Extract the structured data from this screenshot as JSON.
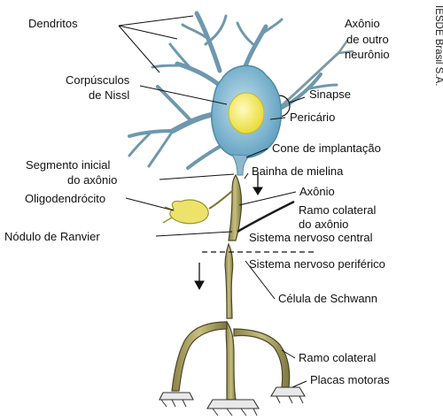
{
  "labels": {
    "dendritos": "Dendritos",
    "axonio_outro_l1": "Axônio",
    "axonio_outro_l2": "de outro",
    "axonio_outro_l3": "neurônio",
    "corpusculos_l1": "Corpúsculos",
    "corpusculos_l2": "de Nissl",
    "sinapse": "Sinapse",
    "pericario": "Pericário",
    "cone": "Cone de implantação",
    "segmento_l1": "Segmento inicial",
    "segmento_l2": "do axônio",
    "bainha": "Bainha de mielina",
    "oligo": "Oligodendrócito",
    "axonio": "Axônio",
    "ramo_col_axonio_l1": "Ramo colateral",
    "ramo_col_axonio_l2": "do axônio",
    "nodulo": "Nódulo de Ranvier",
    "snc": "Sistema nervoso central",
    "snp": "Sistema nervoso periférico",
    "schwann": "Célula de Schwann",
    "ramo_col": "Ramo colateral",
    "placas": "Placas motoras"
  },
  "credit": "IESDE Brasil S.A.",
  "colors": {
    "soma": "#8fc0d6",
    "nucleus": "#f4ec6a",
    "myelin": "#b5ad6a",
    "oligodendrocyte": "#ede36a",
    "motor_plate": "#e9e9e9"
  }
}
